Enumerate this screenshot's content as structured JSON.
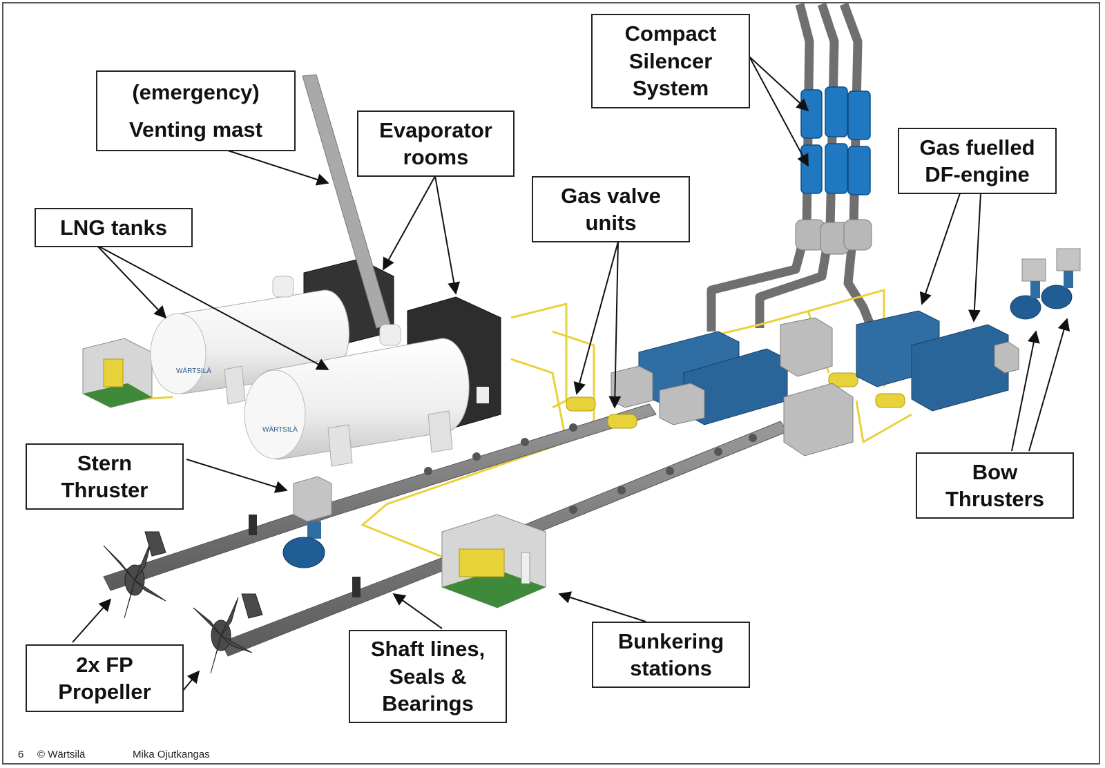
{
  "labels": {
    "venting_mast": {
      "line1": "(emergency)",
      "line2": "Venting mast"
    },
    "evaporator_rooms": {
      "line1": "Evaporator",
      "line2": "rooms"
    },
    "lng_tanks": {
      "line1": "LNG tanks"
    },
    "compact_silencer": {
      "line1": "Compact",
      "line2": "Silencer",
      "line3": "System"
    },
    "gas_valve_units": {
      "line1": "Gas valve",
      "line2": "units"
    },
    "gas_fuelled_engine": {
      "line1": "Gas fuelled",
      "line2": "DF-engine"
    },
    "stern_thruster": {
      "line1": "Stern",
      "line2": "Thruster"
    },
    "bow_thrusters": {
      "line1": "Bow",
      "line2": "Thrusters"
    },
    "fp_propeller": {
      "line1": "2x FP",
      "line2": "Propeller"
    },
    "shaft_lines": {
      "line1": "Shaft lines,",
      "line2": "Seals &",
      "line3": "Bearings"
    },
    "bunkering_stations": {
      "line1": "Bunkering",
      "line2": "stations"
    }
  },
  "tank_logo": "WÄRTSILÄ",
  "footer": {
    "page": "6",
    "copyright": "© Wärtsilä",
    "author": "Mika Ojutkangas"
  },
  "colors": {
    "engine_blue": "#2f6da3",
    "silencer_blue": "#1f78c0",
    "gas_pipe_yellow": "#e8d23a",
    "floor_green": "#3f8a3a",
    "tank_white": "#f0f0f0"
  }
}
